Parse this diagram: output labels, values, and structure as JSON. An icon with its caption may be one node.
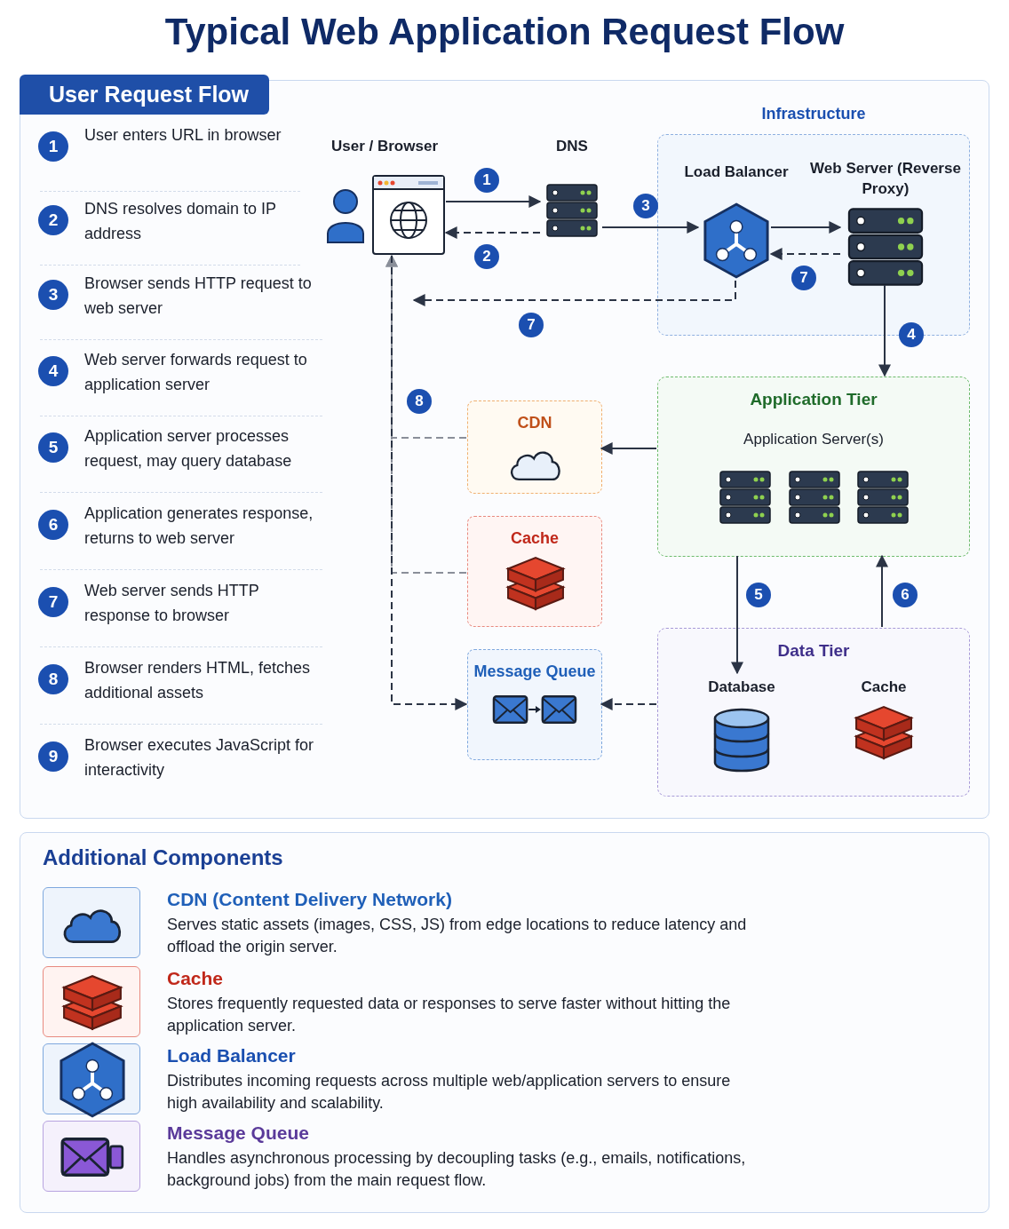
{
  "diagram": {
    "title": "Typical Web Application Request Flow",
    "nodes": [
      {
        "text": [
          "User Request Flow"
        ]
      },
      {
        "text": [
          "User / Browser"
        ],
        "in": 0
      },
      {
        "text": [
          "DNS"
        ],
        "in": 0
      },
      {
        "text": [
          "Infrastructure"
        ],
        "in": 0
      },
      {
        "text": [
          "Load Balancer"
        ],
        "in": 3
      },
      {
        "text": [
          "Web Server (Reverse Proxy)"
        ],
        "in": 3
      },
      {
        "text": [
          "Application Tier",
          "Application Server(s)"
        ],
        "in": 0
      },
      {
        "text": [
          "CDN"
        ],
        "in": 0
      },
      {
        "text": [
          "Cache"
        ],
        "in": 0
      },
      {
        "text": [
          "Message Queue"
        ],
        "in": 0
      },
      {
        "text": [
          "Data Tier"
        ],
        "in": 0
      },
      {
        "text": [
          "Database"
        ],
        "in": 10
      },
      {
        "text": [
          "Cache"
        ],
        "in": 10
      },
      {
        "text": [
          "Additional Components"
        ]
      },
      {
        "text": [
          "CDN (Content Delivery Network)",
          "Serves static assets (images, CSS, JS) from edge locations to reduce latency and offload the origin server."
        ],
        "in": 13
      },
      {
        "text": [
          "Cache",
          "Stores frequently requested data or responses to serve faster without hitting the application server."
        ],
        "in": 13
      },
      {
        "text": [
          "Load Balancer",
          "Distributes incoming requests across multiple web/application servers to ensure high availability and scalability."
        ],
        "in": 13
      },
      {
        "text": [
          "Message Queue",
          "Handles asynchronous processing by decoupling tasks (e.g., emails, notifications, background jobs) from the main request flow."
        ],
        "in": 13
      }
    ],
    "edges": [
      {
        "from": 1,
        "to": 2,
        "arrow": "to",
        "label": "1"
      },
      {
        "from": 2,
        "to": 1,
        "arrow": "to",
        "label": "2",
        "style": "dashed"
      },
      {
        "from": 2,
        "to": 4,
        "arrow": "to",
        "label": "3"
      },
      {
        "from": 4,
        "to": 5,
        "arrow": "to"
      },
      {
        "from": 5,
        "to": 4,
        "arrow": "to",
        "label": "7",
        "style": "dashed"
      },
      {
        "from": 4,
        "to": null,
        "arrow": "to",
        "label": "7",
        "style": "dashed"
      },
      {
        "from": 5,
        "to": 6,
        "arrow": "to",
        "label": "4"
      },
      {
        "from": 6,
        "to": 7,
        "arrow": "to"
      },
      {
        "from": 6,
        "to": 11,
        "arrow": "to",
        "label": "5"
      },
      {
        "from": 10,
        "to": 6,
        "arrow": "to",
        "label": "6"
      },
      {
        "from": 10,
        "to": 9,
        "arrow": "to",
        "style": "dashed"
      },
      {
        "from": 7,
        "to": 1,
        "arrow": "to",
        "style": "dashed",
        "color": "#8a8f99"
      },
      {
        "from": 8,
        "to": 1,
        "arrow": "to",
        "style": "dashed",
        "color": "#8a8f99"
      },
      {
        "from": 1,
        "to": 9,
        "arrow": "to",
        "label": "8",
        "style": "dashed"
      }
    ],
    "labels": [
      "1",
      "User enters URL in browser",
      "2",
      "DNS resolves domain to IP address",
      "3",
      "Browser sends HTTP request to web server",
      "4",
      "Web server forwards request to application server",
      "5",
      "Application server processes request, may query database",
      "6",
      "Application generates response, returns to web server",
      "7",
      "Web server sends HTTP response to browser",
      "8",
      "Browser renders HTML, fetches additional assets",
      "9",
      "Browser executes JavaScript for interactivity"
    ]
  }
}
